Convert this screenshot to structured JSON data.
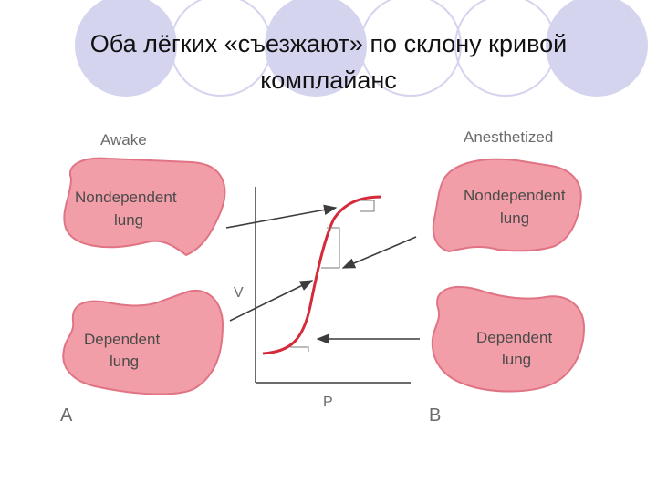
{
  "slide": {
    "title_line1": "Оба лёгких «съезжают» по склону  кривой",
    "title_line2": "комплайанс"
  },
  "diagram": {
    "left_panel": {
      "header": "Awake",
      "top_lung": [
        "Nondependent",
        "lung"
      ],
      "bottom_lung": [
        "Dependent",
        "lung"
      ],
      "panel_letter": "A"
    },
    "right_panel": {
      "header": "Anesthetized",
      "top_lung": [
        "Nondependent",
        "lung"
      ],
      "bottom_lung": [
        "Dependent",
        "lung"
      ],
      "panel_letter": "B"
    },
    "axes": {
      "x_label": "P",
      "y_label": "V"
    },
    "colors": {
      "lung_fill": "#f29ea8",
      "lung_outline": "#e07484",
      "curve": "#d42a3a",
      "arrow": "#3c3c3c",
      "decor": "#d4d4ee"
    }
  }
}
